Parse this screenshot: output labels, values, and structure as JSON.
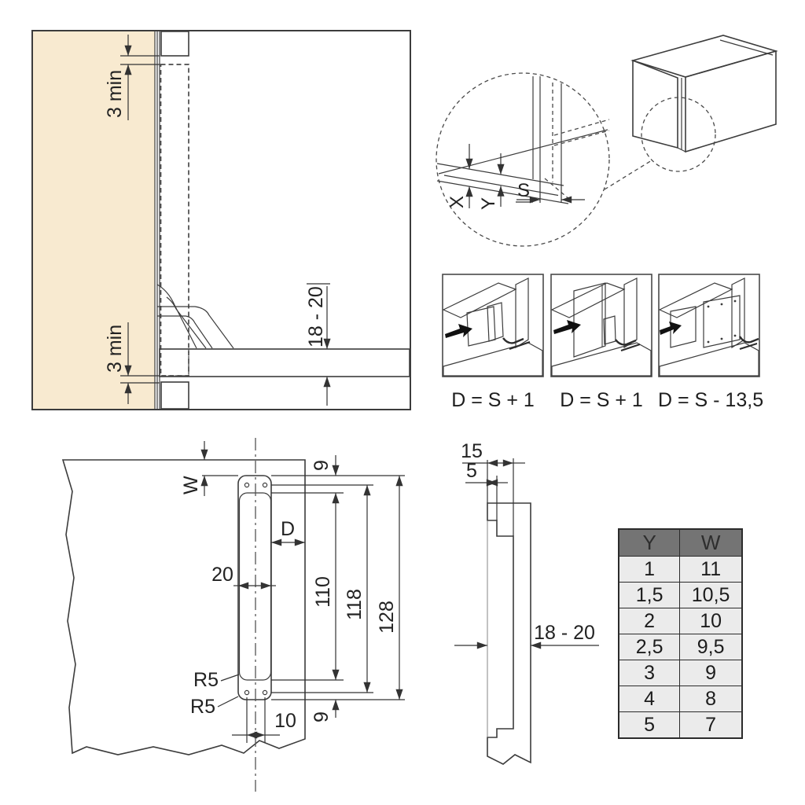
{
  "colors": {
    "panel_fill": "#F8EAD0",
    "back_panel_fill": "#F0D28C",
    "cover_plate_gray": "#ACACAC",
    "bracket_gray": "#8E8E8E",
    "mount_plate_gray": "#D8D8D8",
    "line": "#3C3C3C",
    "table_header_bg": "#747474",
    "table_cell_bg": "#EBEBEB"
  },
  "cross_section": {
    "gap_top_label": "3 min",
    "gap_bottom_label": "3 min",
    "shelf_thickness_label": "18 - 20"
  },
  "cabinet_detail": {
    "x_label": "X",
    "y_label": "Y",
    "s_label": "S"
  },
  "installation_steps": {
    "captions": [
      "D = S + 1",
      "D = S + 1",
      "D = S - 13,5"
    ]
  },
  "recess_drawing": {
    "w_label": "W",
    "nine_top_label": "9",
    "d_label": "D",
    "width_label": "20",
    "inner_height_label": "110",
    "hole_spacing_label": "118",
    "total_height_label": "128",
    "radius_upper_label": "R5",
    "radius_lower_label": "R5",
    "hole_pitch_label": "10",
    "nine_bottom_label": "9"
  },
  "profile_drawing": {
    "depth_label": "15",
    "lip_label": "5",
    "thickness_label": "18 - 20"
  },
  "yw_table": {
    "headers": [
      "Y",
      "W"
    ],
    "rows": [
      [
        "1",
        "11"
      ],
      [
        "1,5",
        "10,5"
      ],
      [
        "2",
        "10"
      ],
      [
        "2,5",
        "9,5"
      ],
      [
        "3",
        "9"
      ],
      [
        "4",
        "8"
      ],
      [
        "5",
        "7"
      ]
    ]
  }
}
